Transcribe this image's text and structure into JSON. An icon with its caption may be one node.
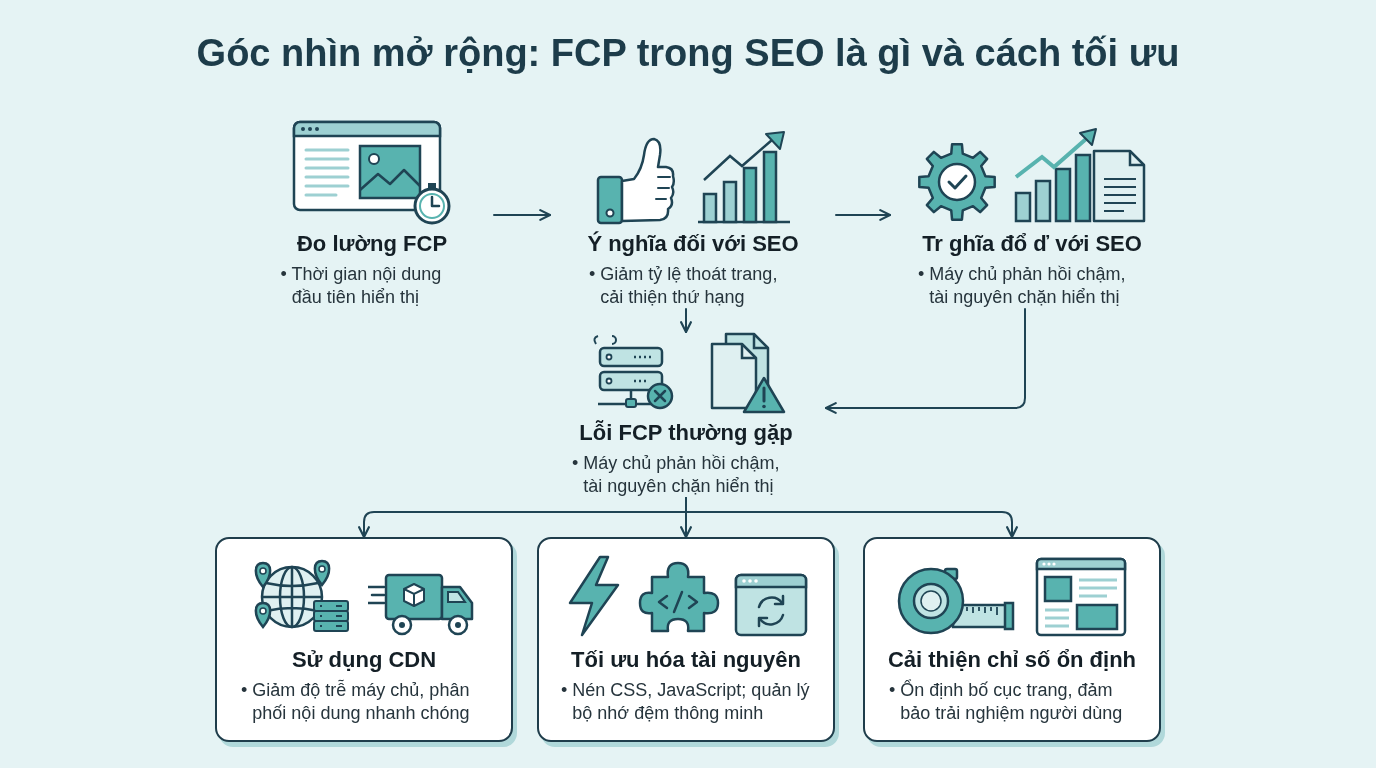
{
  "diagram": {
    "title": "Góc nhìn mở rộng: FCP trong SEO là gì và cách tối ưu",
    "nodes": [
      {
        "text": [
          "Đo lường FCP",
          "• Thời gian nội dung đầu tiên hiển thị"
        ]
      },
      {
        "text": [
          "Ý nghĩa đối với SEO",
          "• Giảm tỷ lệ thoát trang, cải thiện thứ hạng"
        ]
      },
      {
        "text": [
          "Tr ghĩa đổ ď với SEO",
          "• Máy chủ phản hồi chậm, tài nguyên chặn hiển thị"
        ]
      },
      {
        "text": [
          "Lỗi FCP thường gặp",
          "• Máy chủ phản hồi chậm, tài nguyên chặn hiển thị"
        ]
      },
      {
        "text": [
          "Sử dụng CDN",
          "• Giảm độ trễ máy chủ, phân phối nội dung nhanh chóng"
        ]
      },
      {
        "text": [
          "Tối ưu hóa tài nguyên",
          "• Nén CSS, JavaScript; quản lý bộ nhớ đệm thông minh"
        ]
      },
      {
        "text": [
          "Cải thiện chỉ số ổn định",
          "• Ổn định bố cục trang, đảm bảo trải nghiệm người dùng"
        ]
      }
    ],
    "edges": [
      {
        "from": 0,
        "to": 1,
        "arrow": "to"
      },
      {
        "from": 1,
        "to": 2,
        "arrow": "to"
      },
      {
        "from": 1,
        "to": 3,
        "arrow": "to"
      },
      {
        "from": 2,
        "to": 3,
        "arrow": "to"
      },
      {
        "from": 3,
        "to": 4,
        "arrow": "to"
      },
      {
        "from": 3,
        "to": 5,
        "arrow": "to"
      },
      {
        "from": 3,
        "to": 6,
        "arrow": "to"
      }
    ]
  }
}
